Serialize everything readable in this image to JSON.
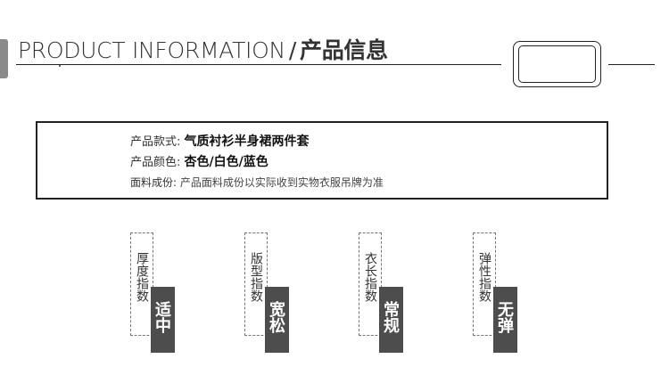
{
  "header": {
    "title_en": "PRODUCT INFORMATION",
    "separator": "/",
    "title_zh": "产品信息"
  },
  "info": {
    "rows": [
      {
        "label": "产品款式:",
        "value": "气质衬衫半身裙两件套"
      },
      {
        "label": "产品颜色:",
        "value": "杏色/白色/蓝色"
      },
      {
        "label": "面料成份:",
        "value": "产品面料成份以实际收到实物衣服吊牌为准"
      }
    ]
  },
  "tags": [
    {
      "label": "厚度指数",
      "value": "适中"
    },
    {
      "label": "版型指数",
      "value": "宽松"
    },
    {
      "label": "衣长指数",
      "value": "常规"
    },
    {
      "label": "弹性指数",
      "value": "无弹"
    }
  ],
  "colors": {
    "badge": "#4d4d4d",
    "header_bar": "#8a8a8a",
    "border": "#222222"
  }
}
